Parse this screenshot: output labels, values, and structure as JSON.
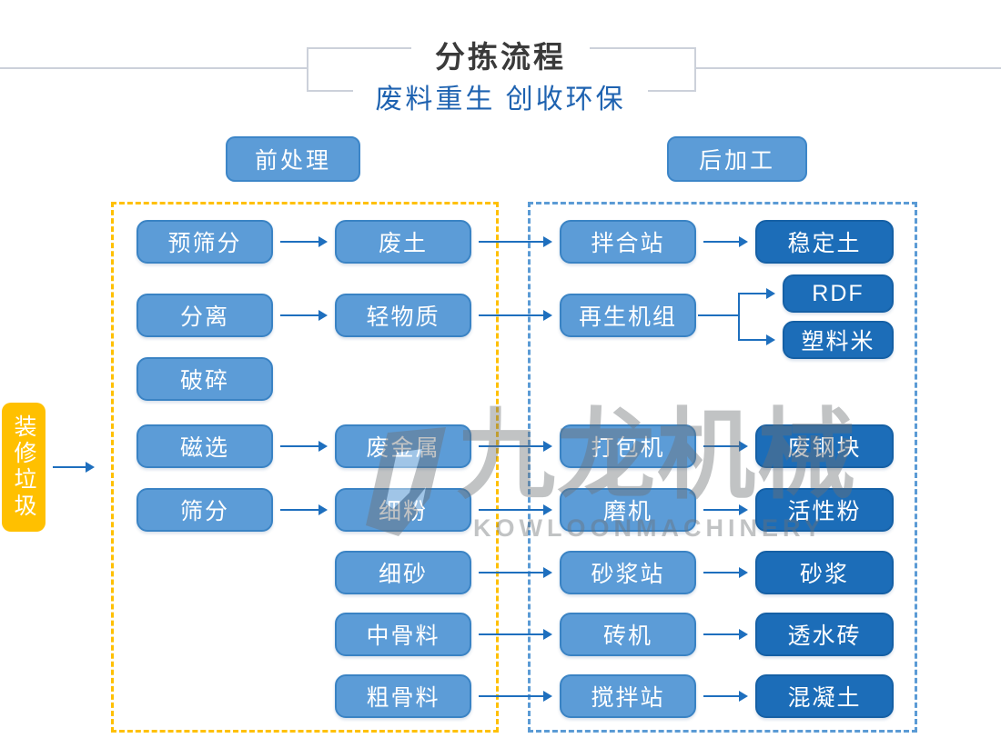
{
  "header": {
    "title": "分拣流程",
    "subtitle": "废料重生 创收环保"
  },
  "sections": {
    "left": "前处理",
    "right": "后加工"
  },
  "source": {
    "label": "装修垃圾"
  },
  "watermark": {
    "cn": "九龙机械",
    "en": "KOWLOONMACHINERY"
  },
  "colors": {
    "medium_box": "#5c9cd7",
    "medium_box_border": "#3a83c4",
    "dark_box": "#1c6db8",
    "yellow": "#ffc000",
    "dashed_blue": "#5b9bd5",
    "arrow": "#1e6fbe",
    "subtitle_blue": "#1e62b0",
    "title_gray": "#3a3a3a"
  },
  "nodes": [
    {
      "id": "pre-screening",
      "label": "预筛分",
      "col": "c1",
      "row": "r1",
      "variant": "medium"
    },
    {
      "id": "separation",
      "label": "分离",
      "col": "c1",
      "row": "r2",
      "variant": "medium"
    },
    {
      "id": "crushing",
      "label": "破碎",
      "col": "c1",
      "row": "r3",
      "variant": "medium"
    },
    {
      "id": "magnetic-separation",
      "label": "磁选",
      "col": "c1",
      "row": "r4",
      "variant": "medium"
    },
    {
      "id": "screening",
      "label": "筛分",
      "col": "c1",
      "row": "r5",
      "variant": "medium"
    },
    {
      "id": "waste-soil",
      "label": "废土",
      "col": "c2",
      "row": "r1",
      "variant": "medium"
    },
    {
      "id": "light-material",
      "label": "轻物质",
      "col": "c2",
      "row": "r2",
      "variant": "medium"
    },
    {
      "id": "scrap-metal",
      "label": "废金属",
      "col": "c2",
      "row": "r4",
      "variant": "medium"
    },
    {
      "id": "fine-powder",
      "label": "细粉",
      "col": "c2",
      "row": "r5",
      "variant": "medium"
    },
    {
      "id": "fine-sand",
      "label": "细砂",
      "col": "c2",
      "row": "r6",
      "variant": "medium"
    },
    {
      "id": "medium-aggregate",
      "label": "中骨料",
      "col": "c2",
      "row": "r7",
      "variant": "medium"
    },
    {
      "id": "coarse-aggregate",
      "label": "粗骨料",
      "col": "c2",
      "row": "r8",
      "variant": "medium"
    },
    {
      "id": "mixing-station",
      "label": "拌合站",
      "col": "c3",
      "row": "r1",
      "variant": "medium"
    },
    {
      "id": "regeneration-unit",
      "label": "再生机组",
      "col": "c3",
      "row": "r2",
      "variant": "medium"
    },
    {
      "id": "baler",
      "label": "打包机",
      "col": "c3",
      "row": "r4",
      "variant": "medium"
    },
    {
      "id": "mill",
      "label": "磨机",
      "col": "c3",
      "row": "r5",
      "variant": "medium"
    },
    {
      "id": "mortar-station",
      "label": "砂浆站",
      "col": "c3",
      "row": "r6",
      "variant": "medium"
    },
    {
      "id": "brick-machine",
      "label": "砖机",
      "col": "c3",
      "row": "r7",
      "variant": "medium"
    },
    {
      "id": "concrete-mixing-station",
      "label": "搅拌站",
      "col": "c3",
      "row": "r8",
      "variant": "medium"
    },
    {
      "id": "stabilized-soil",
      "label": "稳定土",
      "col": "c4",
      "row": "r1",
      "variant": "dark"
    },
    {
      "id": "rdf",
      "label": "RDF",
      "col": "c4",
      "row": "r2a",
      "variant": "narrow-dark"
    },
    {
      "id": "plastic-pellets",
      "label": "塑料米",
      "col": "c4",
      "row": "r2b",
      "variant": "narrow-dark"
    },
    {
      "id": "scrap-steel-block",
      "label": "废钢块",
      "col": "c4",
      "row": "r4",
      "variant": "dark"
    },
    {
      "id": "active-powder",
      "label": "活性粉",
      "col": "c4",
      "row": "r5",
      "variant": "dark"
    },
    {
      "id": "mortar",
      "label": "砂浆",
      "col": "c4",
      "row": "r6",
      "variant": "dark"
    },
    {
      "id": "permeable-brick",
      "label": "透水砖",
      "col": "c4",
      "row": "r7",
      "variant": "dark"
    },
    {
      "id": "concrete",
      "label": "混凝土",
      "col": "c4",
      "row": "r8",
      "variant": "dark"
    }
  ],
  "edges": [
    {
      "from": "source-box",
      "to": "zone"
    },
    {
      "from": "pre-screening",
      "to": "waste-soil"
    },
    {
      "from": "waste-soil",
      "to": "mixing-station"
    },
    {
      "from": "mixing-station",
      "to": "stabilized-soil"
    },
    {
      "from": "separation",
      "to": "light-material"
    },
    {
      "from": "light-material",
      "to": "regeneration-unit"
    },
    {
      "from": "regeneration-unit",
      "to": "rdf"
    },
    {
      "from": "regeneration-unit",
      "to": "plastic-pellets"
    },
    {
      "from": "magnetic-separation",
      "to": "scrap-metal"
    },
    {
      "from": "scrap-metal",
      "to": "baler"
    },
    {
      "from": "baler",
      "to": "scrap-steel-block"
    },
    {
      "from": "screening",
      "to": "fine-powder"
    },
    {
      "from": "fine-powder",
      "to": "mill"
    },
    {
      "from": "mill",
      "to": "active-powder"
    },
    {
      "from": "fine-sand",
      "to": "mortar-station"
    },
    {
      "from": "mortar-station",
      "to": "mortar"
    },
    {
      "from": "medium-aggregate",
      "to": "brick-machine"
    },
    {
      "from": "brick-machine",
      "to": "permeable-brick"
    },
    {
      "from": "coarse-aggregate",
      "to": "concrete-mixing-station"
    },
    {
      "from": "concrete-mixing-station",
      "to": "concrete"
    }
  ]
}
